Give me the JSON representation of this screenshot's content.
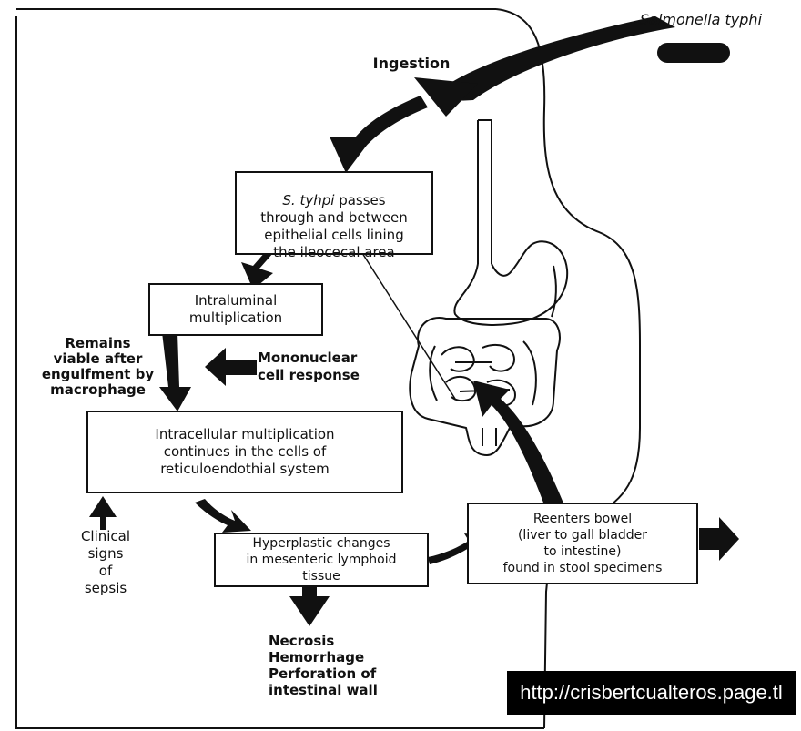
{
  "organism_label": "Salmonella typhi",
  "ingestion_label": "Ingestion",
  "boxes": {
    "passes_prefix": "S. tyhpi",
    "passes_rest": " passes\nthrough and between\nepithelial cells lining\nthe ileocecal area",
    "intraluminal": "Intraluminal\nmultiplication",
    "intracellular": "Intracellular multiplication\ncontinues in the cells of\nreticuloendothial system",
    "hyperplastic": "Hyperplastic changes\nin mesenteric lymphoid\ntissue",
    "reenters": "Reenters bowel\n(liver to gall bladder\nto intestine)\nfound in stool specimens"
  },
  "labels": {
    "remains_viable": "Remains\nviable after\nengulfment by\nmacrophage",
    "mononuclear": "Mononuclear\ncell response",
    "clinical_signs": "Clinical\nsigns\nof\nsepsis",
    "outcomes": "Necrosis\nHemorrhage\nPerforation of\n   intestinal wall"
  },
  "watermark": "http://crisbertcualteros.page.tl"
}
